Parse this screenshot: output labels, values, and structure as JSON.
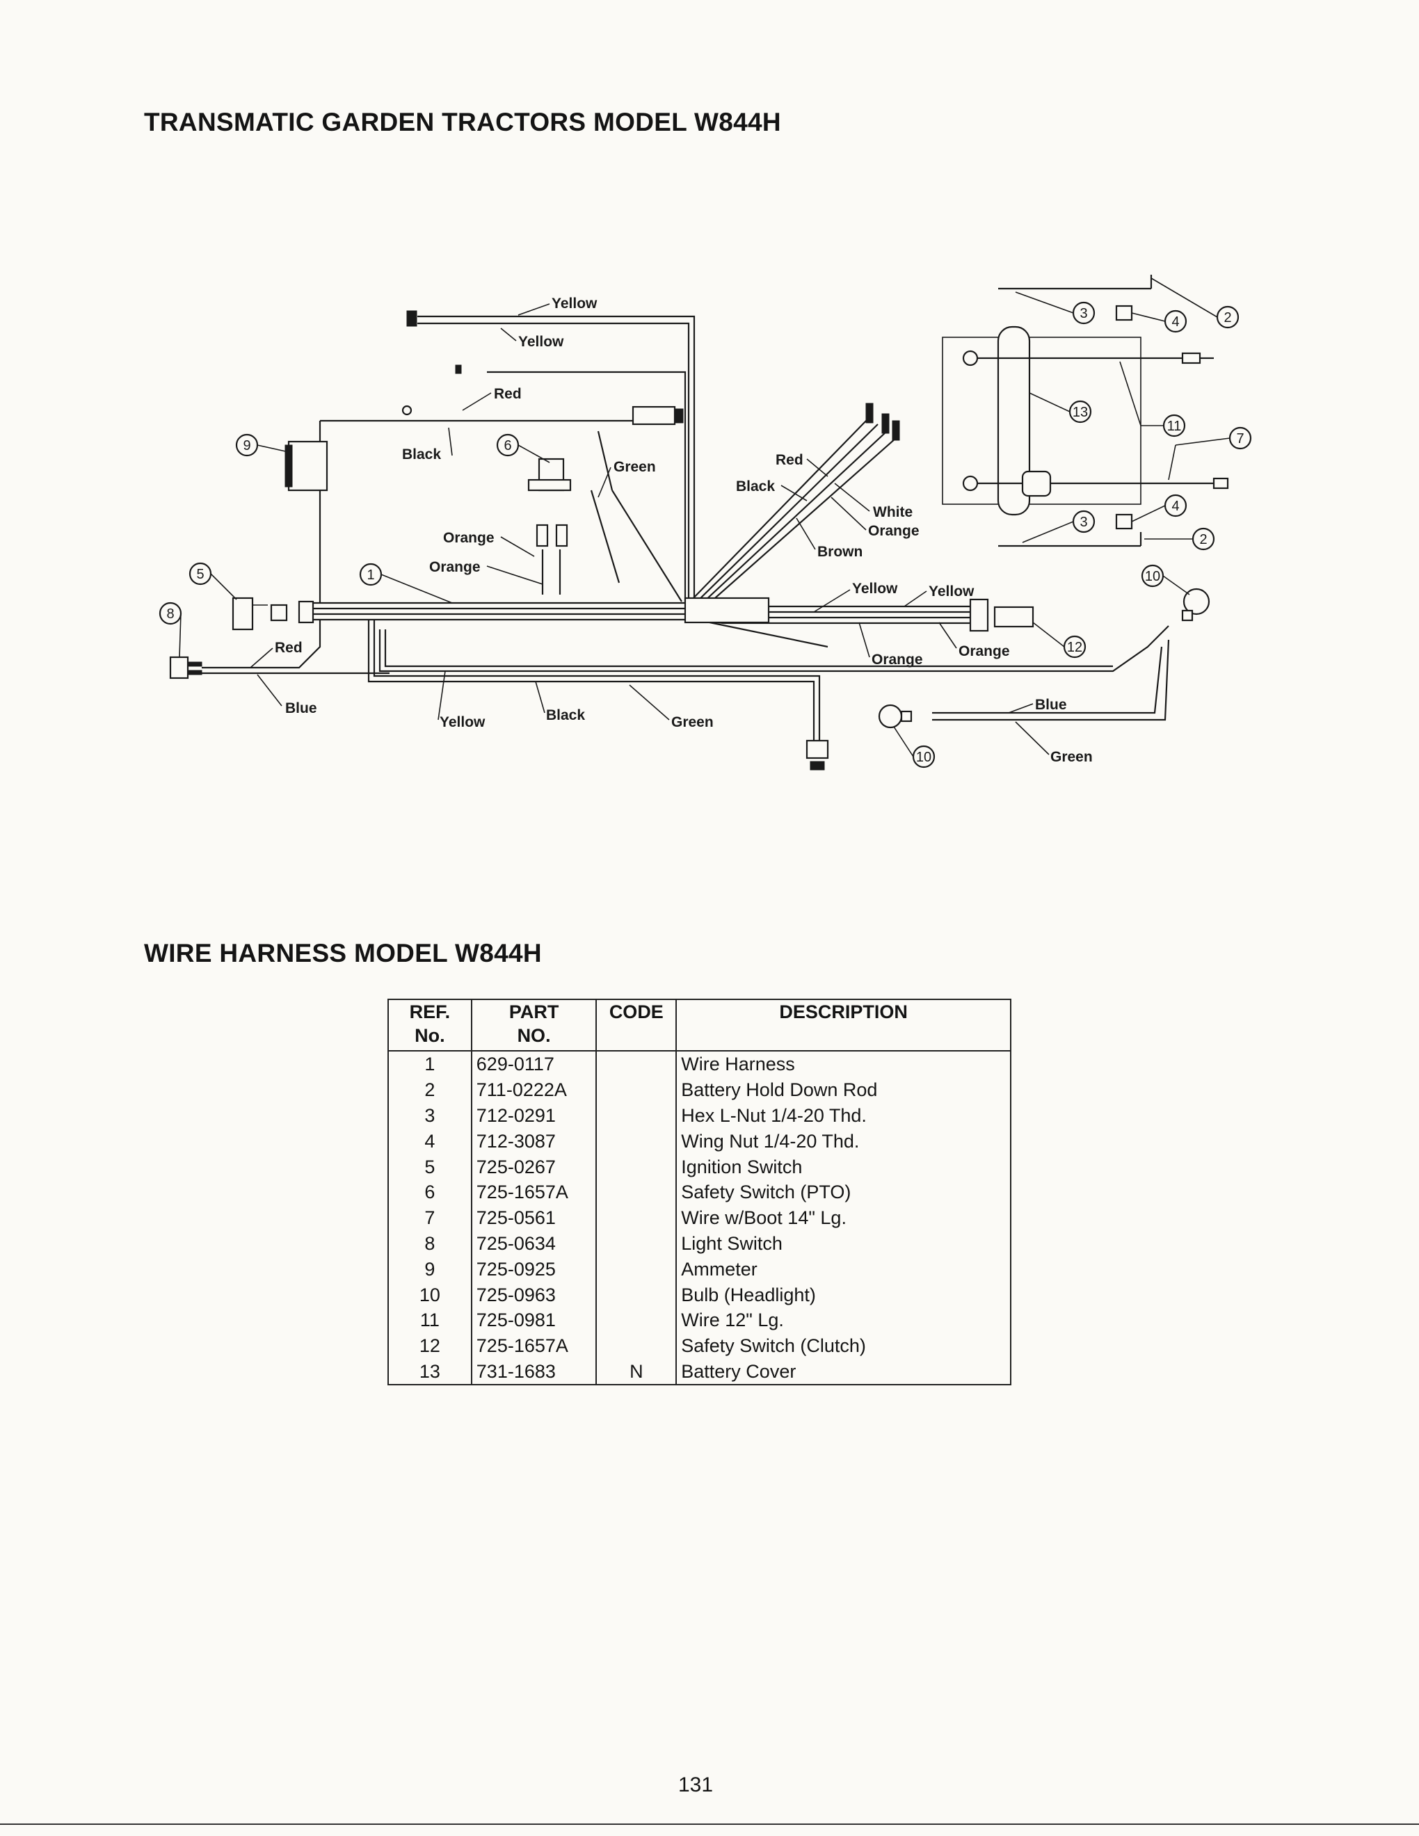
{
  "document": {
    "title": "TRANSMATIC GARDEN TRACTORS MODEL W844H",
    "table_title": "WIRE HARNESS MODEL W844H",
    "page_number": "131"
  },
  "diagram": {
    "wire_labels": {
      "yellow_top_1": "Yellow",
      "yellow_top_2": "Yellow",
      "red_top": "Red",
      "black_left": "Black",
      "green_mid": "Green",
      "orange_1": "Orange",
      "orange_2": "Orange",
      "red_right": "Red",
      "black_right": "Black",
      "white": "White",
      "orange_right": "Orange",
      "brown": "Brown",
      "yellow_right_1": "Yellow",
      "yellow_right_2": "Yellow",
      "orange_low_1": "Orange",
      "orange_low_2": "Orange",
      "red_low": "Red",
      "blue_low": "Blue",
      "yellow_bottom": "Yellow",
      "black_bottom": "Black",
      "green_bottom": "Green",
      "blue_right": "Blue",
      "green_right": "Green"
    },
    "callouts": {
      "c1": "1",
      "c2a": "2",
      "c2b": "2",
      "c3a": "3",
      "c3b": "3",
      "c4a": "4",
      "c4b": "4",
      "c5": "5",
      "c6": "6",
      "c7": "7",
      "c8": "8",
      "c9": "9",
      "c10a": "10",
      "c10b": "10",
      "c11": "11",
      "c12": "12",
      "c13": "13"
    }
  },
  "parts_table": {
    "headers": {
      "ref_line1": "REF.",
      "ref_line2": "No.",
      "part_line1": "PART",
      "part_line2": "NO.",
      "code": "CODE",
      "description": "DESCRIPTION"
    },
    "rows": [
      {
        "ref": "1",
        "part": "629-0117",
        "code": "",
        "desc": "Wire Harness"
      },
      {
        "ref": "2",
        "part": "711-0222A",
        "code": "",
        "desc": "Battery Hold Down Rod"
      },
      {
        "ref": "3",
        "part": "712-0291",
        "code": "",
        "desc": "Hex L-Nut 1/4-20 Thd."
      },
      {
        "ref": "4",
        "part": "712-3087",
        "code": "",
        "desc": "Wing Nut 1/4-20 Thd."
      },
      {
        "ref": "5",
        "part": "725-0267",
        "code": "",
        "desc": "Ignition Switch"
      },
      {
        "ref": "6",
        "part": "725-1657A",
        "code": "",
        "desc": "Safety Switch (PTO)"
      },
      {
        "ref": "7",
        "part": "725-0561",
        "code": "",
        "desc": "Wire w/Boot 14\" Lg."
      },
      {
        "ref": "8",
        "part": "725-0634",
        "code": "",
        "desc": "Light Switch"
      },
      {
        "ref": "9",
        "part": "725-0925",
        "code": "",
        "desc": "Ammeter"
      },
      {
        "ref": "10",
        "part": "725-0963",
        "code": "",
        "desc": "Bulb (Headlight)"
      },
      {
        "ref": "11",
        "part": "725-0981",
        "code": "",
        "desc": "Wire 12\" Lg."
      },
      {
        "ref": "12",
        "part": "725-1657A",
        "code": "",
        "desc": "Safety Switch (Clutch)"
      },
      {
        "ref": "13",
        "part": "731-1683",
        "code": "N",
        "desc": "Battery Cover"
      }
    ]
  }
}
